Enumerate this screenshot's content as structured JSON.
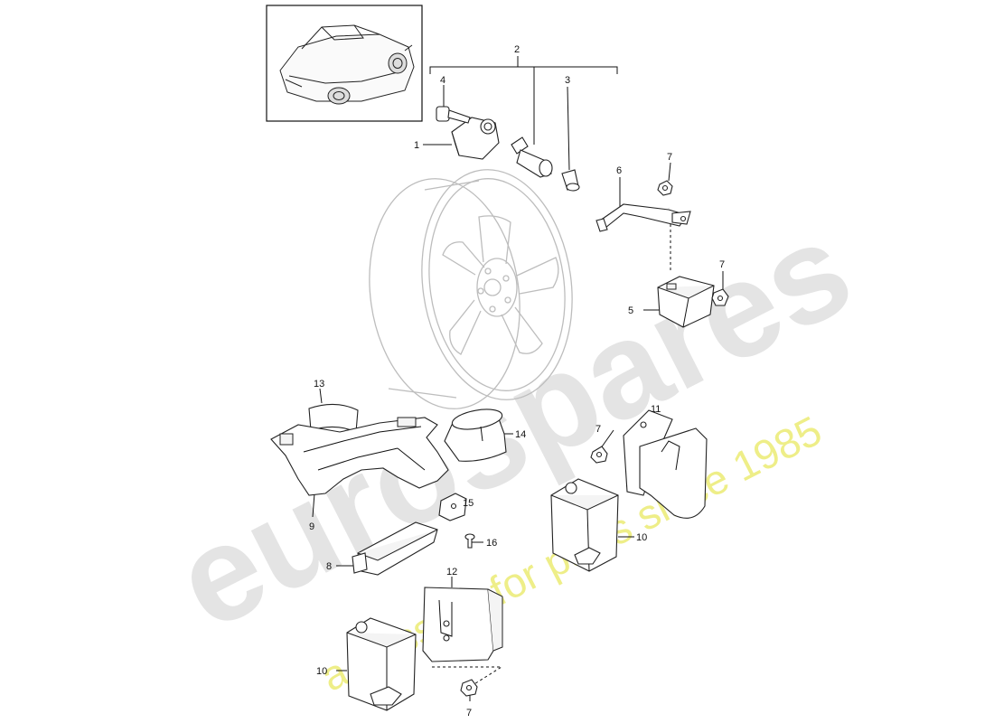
{
  "watermark": {
    "brand": "eurospares",
    "tagline": "a passion for parts since 1985"
  },
  "callouts": {
    "c1": "1",
    "c2": "2",
    "c3": "3",
    "c4": "4",
    "c5": "5",
    "c6": "6",
    "c7_top": "7",
    "c7_mid": "7",
    "c7_side": "7",
    "c7_bottom": "7",
    "c8": "8",
    "c9": "9",
    "c10_right": "10",
    "c10_bottom": "10",
    "c11": "11",
    "c12": "12",
    "c13": "13",
    "c14": "14",
    "c15": "15",
    "c16": "16"
  },
  "icons": {
    "car_thumbnail": "boxster-roadster-icon"
  }
}
